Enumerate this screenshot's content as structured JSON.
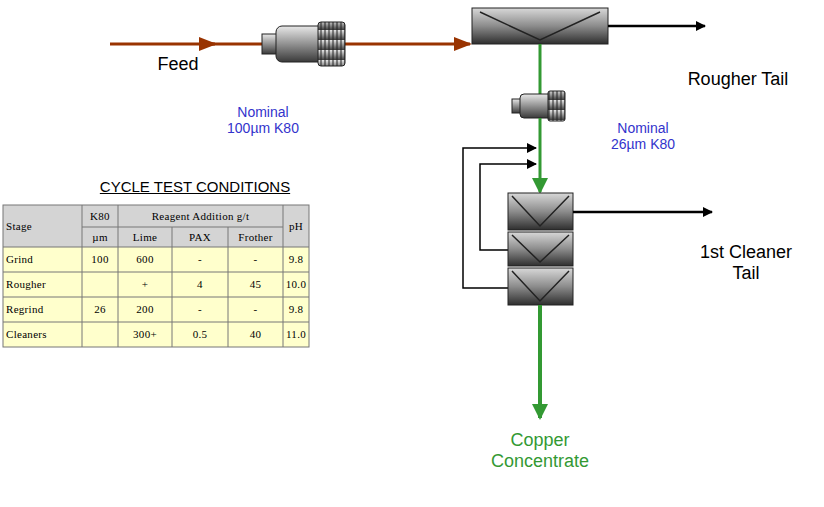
{
  "diagram": {
    "title": "CYCLE TEST CONDITIONS",
    "labels": [
      "Feed",
      "Nominal 100µm K80",
      "Rougher Tail",
      "Nominal 26µm K80",
      "1st Cleaner Tail",
      "Copper Concentrate",
      "Stage",
      "K80",
      "Reagent Addition g/t",
      "pH",
      "µm",
      "Lime",
      "PAX",
      "Frother",
      "Grind",
      "100",
      "600",
      "-",
      "-",
      "9.8",
      "Rougher",
      "+",
      "4",
      "45",
      "10.0",
      "Regrind",
      "26",
      "200",
      "-",
      "-",
      "9.8",
      "Cleaners",
      "300+",
      "0.5",
      "40",
      "11.0"
    ]
  }
}
